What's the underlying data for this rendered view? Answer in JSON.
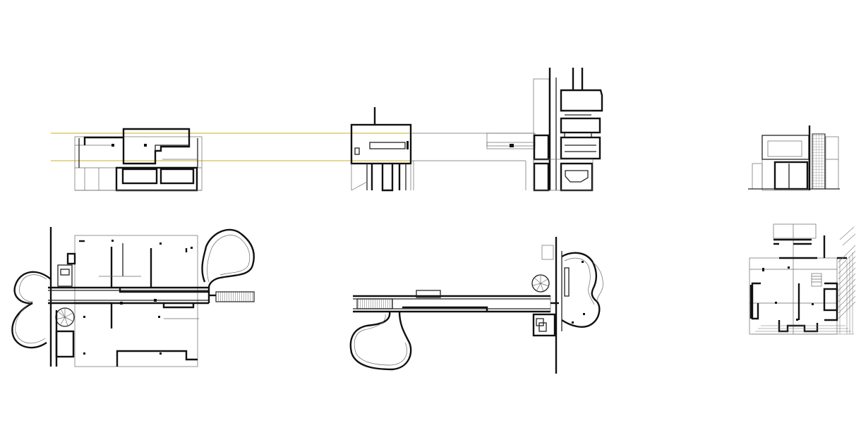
{
  "drawing": {
    "guide_color": "#c9b02a",
    "line_color": "#111111",
    "background": "#ffffff"
  },
  "views": [
    {
      "id": "elevation-left",
      "kind": "elevation"
    },
    {
      "id": "elevation-center",
      "kind": "elevation"
    },
    {
      "id": "elevation-right",
      "kind": "elevation"
    },
    {
      "id": "plan-left",
      "kind": "plan"
    },
    {
      "id": "plan-center",
      "kind": "plan"
    },
    {
      "id": "plan-right",
      "kind": "plan"
    }
  ]
}
